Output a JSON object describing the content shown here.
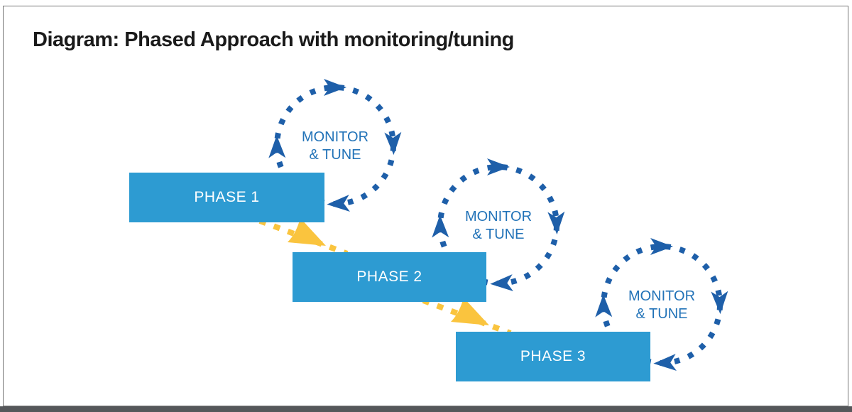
{
  "title": "Diagram: Phased Approach with monitoring/tuning",
  "diagram": {
    "phases": [
      {
        "label": "PHASE 1",
        "loop": {
          "line1": "MONITOR",
          "line2": "& TUNE"
        }
      },
      {
        "label": "PHASE 2",
        "loop": {
          "line1": "MONITOR",
          "line2": "& TUNE"
        }
      },
      {
        "label": "PHASE 3",
        "loop": {
          "line1": "MONITOR",
          "line2": "& TUNE"
        }
      }
    ]
  },
  "colors": {
    "box_blue": "#2d9bd2",
    "box_text": "#ffffff",
    "loop_blue": "#1e5fa9",
    "loop_text_blue": "#2273b8",
    "connector_yellow": "#fac43e",
    "title_color": "#1a1a1a",
    "frame_gray": "#767676",
    "bottom_bar_gray": "#55575a"
  }
}
